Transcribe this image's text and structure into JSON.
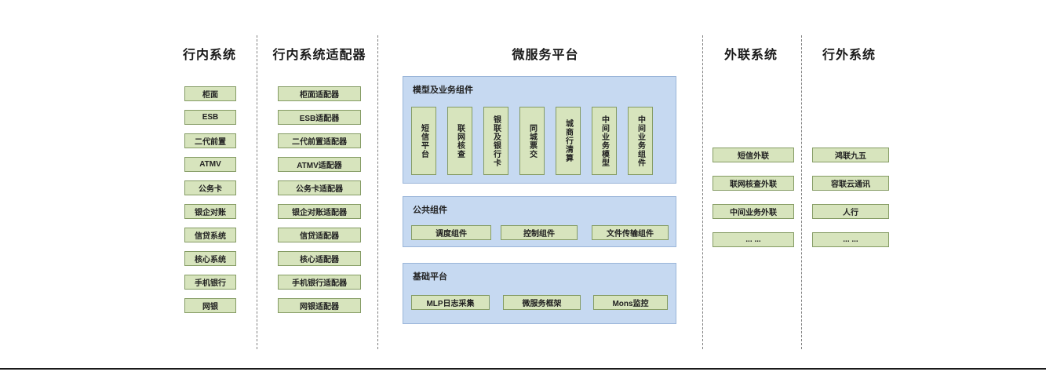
{
  "diagram": {
    "columns": [
      {
        "title": "行内系统",
        "items": [
          "柜面",
          "ESB",
          "二代前置",
          "ATMV",
          "公务卡",
          "银企对账",
          "信贷系统",
          "核心系统",
          "手机银行",
          "网银"
        ]
      },
      {
        "title": "行内系统适配器",
        "items": [
          "柜面适配器",
          "ESB适配器",
          "二代前置适配器",
          "ATMV适配器",
          "公务卡适配器",
          "银企对账适配器",
          "信贷适配器",
          "核心适配器",
          "手机银行适配器",
          "网银适配器"
        ]
      },
      {
        "title": "微服务平台",
        "groups": [
          {
            "title": "模型及业务组件",
            "items": [
              "短信平台",
              "联网核查",
              "银联及银行卡",
              "同城票交",
              "城商行清算",
              "中间业务模型",
              "中间业务组件"
            ]
          },
          {
            "title": "公共组件",
            "items": [
              "调度组件",
              "控制组件",
              "文件传输组件"
            ]
          },
          {
            "title": "基础平台",
            "items": [
              "MLP日志采集",
              "微服务框架",
              "Mons监控"
            ]
          }
        ]
      },
      {
        "title": "外联系统",
        "items": [
          "短信外联",
          "联网核查外联",
          "中间业务外联",
          "... ..."
        ]
      },
      {
        "title": "行外系统",
        "items": [
          "鸿联九五",
          "容联云通讯",
          "人行",
          "... ..."
        ]
      }
    ],
    "colors": {
      "item_fill": "#d7e4bd",
      "item_border": "#849b63",
      "group_fill": "#c6d9f1",
      "group_border": "#9ab5d9"
    }
  }
}
